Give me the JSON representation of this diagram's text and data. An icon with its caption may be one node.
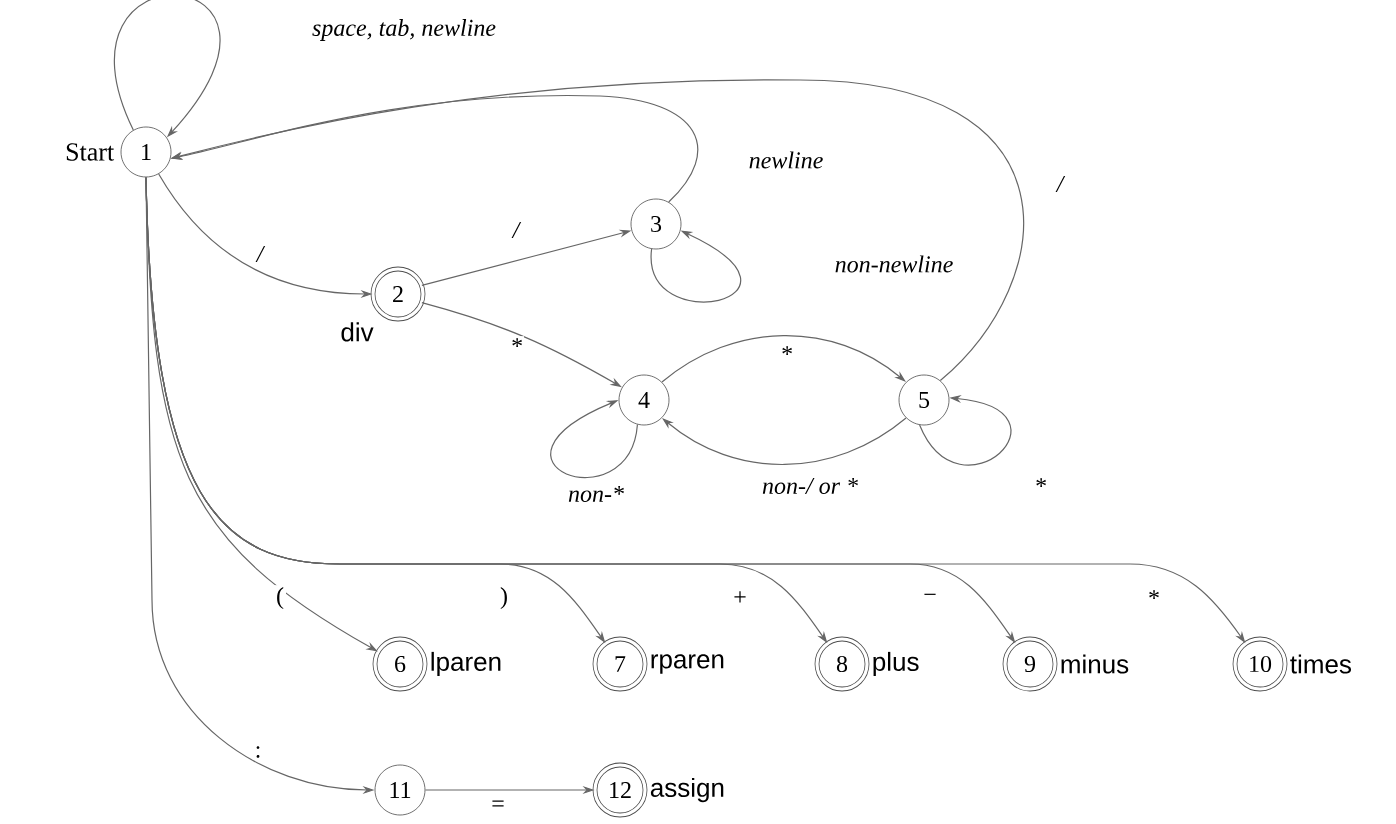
{
  "diagram": {
    "nodes": [
      {
        "text": [
          "1"
        ],
        "beside": [
          "Start"
        ]
      },
      {
        "text": [
          "2"
        ],
        "beside": [
          "div"
        ]
      },
      {
        "text": [
          "3"
        ]
      },
      {
        "text": [
          "4"
        ]
      },
      {
        "text": [
          "5"
        ]
      },
      {
        "text": [
          "6"
        ],
        "beside": [
          "lparen"
        ]
      },
      {
        "text": [
          "7"
        ],
        "beside": [
          "rparen"
        ]
      },
      {
        "text": [
          "8"
        ],
        "beside": [
          "plus"
        ]
      },
      {
        "text": [
          "9"
        ],
        "beside": [
          "minus"
        ]
      },
      {
        "text": [
          "10"
        ],
        "beside": [
          "times"
        ]
      },
      {
        "text": [
          "11"
        ]
      },
      {
        "text": [
          "12"
        ],
        "beside": [
          "assign"
        ]
      }
    ],
    "edges": [
      {
        "from": 0,
        "to": 0,
        "arrow": "to",
        "label": "space, tab, newline"
      },
      {
        "from": 0,
        "to": 1,
        "arrow": "to",
        "label": "/"
      },
      {
        "from": 1,
        "to": 2,
        "arrow": "to",
        "label": "/"
      },
      {
        "from": 1,
        "to": 3,
        "arrow": "to",
        "label": "*"
      },
      {
        "from": 2,
        "to": 2,
        "arrow": "to",
        "label": "non-newline"
      },
      {
        "from": 2,
        "to": 0,
        "arrow": "to",
        "label": "newline"
      },
      {
        "from": 3,
        "to": 3,
        "arrow": "to",
        "label": "non-*"
      },
      {
        "from": 3,
        "to": 4,
        "arrow": "to",
        "label": "*"
      },
      {
        "from": 4,
        "to": 3,
        "arrow": "to",
        "label": "non-/ or *"
      },
      {
        "from": 4,
        "to": 4,
        "arrow": "to",
        "label": "*"
      },
      {
        "from": 4,
        "to": 0,
        "arrow": "to",
        "label": "/"
      },
      {
        "from": 0,
        "to": 5,
        "arrow": "to",
        "label": "("
      },
      {
        "from": 0,
        "to": 6,
        "arrow": "to",
        "label": ")"
      },
      {
        "from": 0,
        "to": 7,
        "arrow": "to",
        "label": "+"
      },
      {
        "from": 0,
        "to": 8,
        "arrow": "to",
        "label": "−"
      },
      {
        "from": 0,
        "to": 9,
        "arrow": "to",
        "label": "*"
      },
      {
        "from": 0,
        "to": 10,
        "arrow": "to",
        "label": ":"
      },
      {
        "from": 10,
        "to": 11,
        "arrow": "to",
        "label": "="
      }
    ]
  }
}
